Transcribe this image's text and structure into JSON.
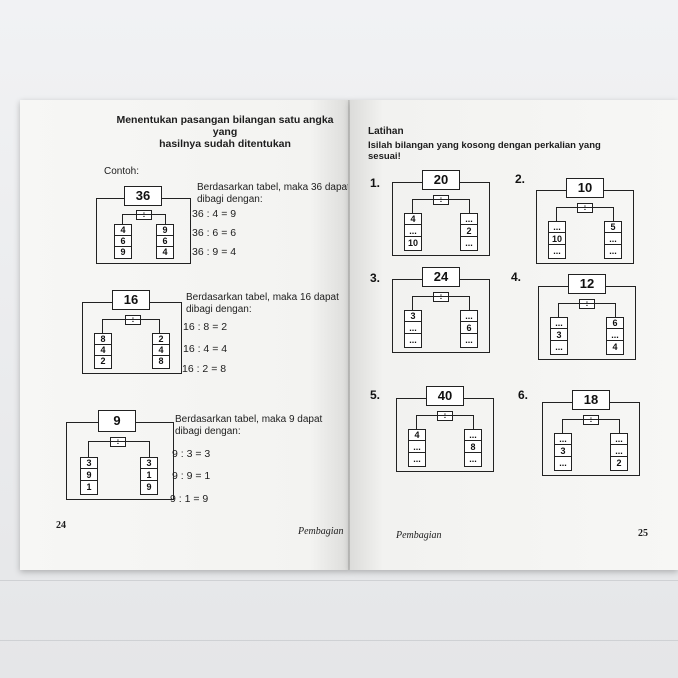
{
  "left_page": {
    "title_line1": "Menentukan pasangan bilangan satu angka yang",
    "title_line2": "hasilnya sudah ditentukan",
    "contoh_label": "Contoh:",
    "examples": [
      {
        "top": "36",
        "op": ":",
        "left_col": [
          "4",
          "6",
          "9"
        ],
        "right_col": [
          "9",
          "6",
          "4"
        ],
        "text1": "Berdasarkan tabel, maka 36 dapat",
        "text2": "dibagi dengan:",
        "eqs": [
          "36 : 4 = 9",
          "36 : 6 = 6",
          "36 : 9 = 4"
        ]
      },
      {
        "top": "16",
        "op": ":",
        "left_col": [
          "8",
          "4",
          "2"
        ],
        "right_col": [
          "2",
          "4",
          "8"
        ],
        "text1": "Berdasarkan tabel, maka 16 dapat",
        "text2": "dibagi dengan:",
        "eqs": [
          "16 : 8 = 2",
          "16 : 4 = 4",
          "16 : 2 = 8"
        ]
      },
      {
        "top": "9",
        "op": ":",
        "left_col": [
          "3",
          "9",
          "1"
        ],
        "right_col": [
          "3",
          "1",
          "9"
        ],
        "text1": "Berdasarkan tabel, maka 9 dapat",
        "text2": "dibagi dengan:",
        "eqs": [
          "9 : 3 = 3",
          "9 : 9 = 1",
          "9 : 1 = 9"
        ]
      }
    ],
    "footer_page": "24",
    "footer_title": "Pembagian"
  },
  "right_page": {
    "heading": "Latihan",
    "instruction_line1": "Isilah bilangan yang kosong dengan perkalian yang",
    "instruction_line2": "sesuai!",
    "exercises": [
      {
        "n": "1.",
        "top": "20",
        "op": ":",
        "left_col": [
          "4",
          "...",
          "10"
        ],
        "right_col": [
          "...",
          "2",
          "..."
        ]
      },
      {
        "n": "2.",
        "top": "10",
        "op": ":",
        "left_col": [
          "...",
          "10",
          "..."
        ],
        "right_col": [
          "5",
          "...",
          "..."
        ]
      },
      {
        "n": "3.",
        "top": "24",
        "op": ":",
        "left_col": [
          "3",
          "...",
          "..."
        ],
        "right_col": [
          "...",
          "6",
          "..."
        ]
      },
      {
        "n": "4.",
        "top": "12",
        "op": ":",
        "left_col": [
          "...",
          "3",
          "..."
        ],
        "right_col": [
          "6",
          "...",
          "4"
        ]
      },
      {
        "n": "5.",
        "top": "40",
        "op": ":",
        "left_col": [
          "4",
          "...",
          "..."
        ],
        "right_col": [
          "...",
          "8",
          "..."
        ]
      },
      {
        "n": "6.",
        "top": "18",
        "op": ":",
        "left_col": [
          "...",
          "3",
          "..."
        ],
        "right_col": [
          "...",
          "...",
          "2"
        ]
      }
    ],
    "footer_title": "Pembagian",
    "footer_page": "25"
  }
}
